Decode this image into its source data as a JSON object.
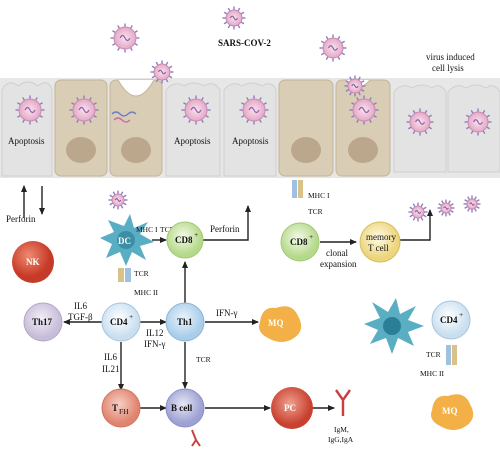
{
  "title": "SARS-COV-2",
  "lysis_label": [
    "virus induced",
    "cell lysis"
  ],
  "apoptosis_labels": [
    "Apoptosis",
    "Apoptosis",
    "Apoptosis"
  ],
  "cells": {
    "nk": "NK",
    "dc": "DC",
    "cd8_left": "CD8",
    "cd8_right": "CD8",
    "th17": "Th17",
    "cd4_center": "CD4",
    "cd4_right": "CD4",
    "th1": "Th1",
    "mq_center": "MQ",
    "mq_right": "MQ",
    "tfh_main": "T",
    "tfh_sub": "FH",
    "bcell": "B cell",
    "pc": "PC",
    "memory": [
      "memory",
      "T cell"
    ]
  },
  "sup_plus": "+",
  "labels": {
    "perforin_left": "Perforin",
    "perforin_center": "Perforin",
    "mhc1_dc": "MHC I",
    "tcr_dc": "TCR",
    "tcr_cd4": "TCR",
    "mhc2_cd4": "MHC II",
    "mhc1_right": "MHC I",
    "tcr_right": "TCR",
    "clonal": [
      "clonal",
      "expansion"
    ],
    "il6_tgf": [
      "IL6",
      "TGF-β"
    ],
    "il12_ifn": [
      "IL12",
      "IFN-γ"
    ],
    "ifn_mq": "IFN-γ",
    "il6_il21": [
      "IL6",
      "IL21"
    ],
    "tcr_th1": "TCR",
    "tcr_cd4_right": "TCR",
    "mhc2_right": "MHC II",
    "antibodies": [
      "IgM,",
      "IgG,IgA"
    ]
  },
  "colors": {
    "epithelium": "#d9cdb6",
    "epithelium_gap": "#ececec",
    "nucleus": "#bba88c",
    "virus": "#e9b5cf",
    "virus_core": "#c8a0cf",
    "virus_spike": "#8e7dbf",
    "nk": "#d9533e",
    "dc": "#5aaec4",
    "cd8": "#cfe6a8",
    "th17": "#d9cfe3",
    "cd4": "#d7e8f2",
    "th1": "#c6dff0",
    "mq": "#f2b046",
    "tfh": "#ea9c8a",
    "bcell": "#b7b9de",
    "pc": "#dd5a48",
    "memory": "#f4e6a2",
    "antibody": "#c84141"
  }
}
